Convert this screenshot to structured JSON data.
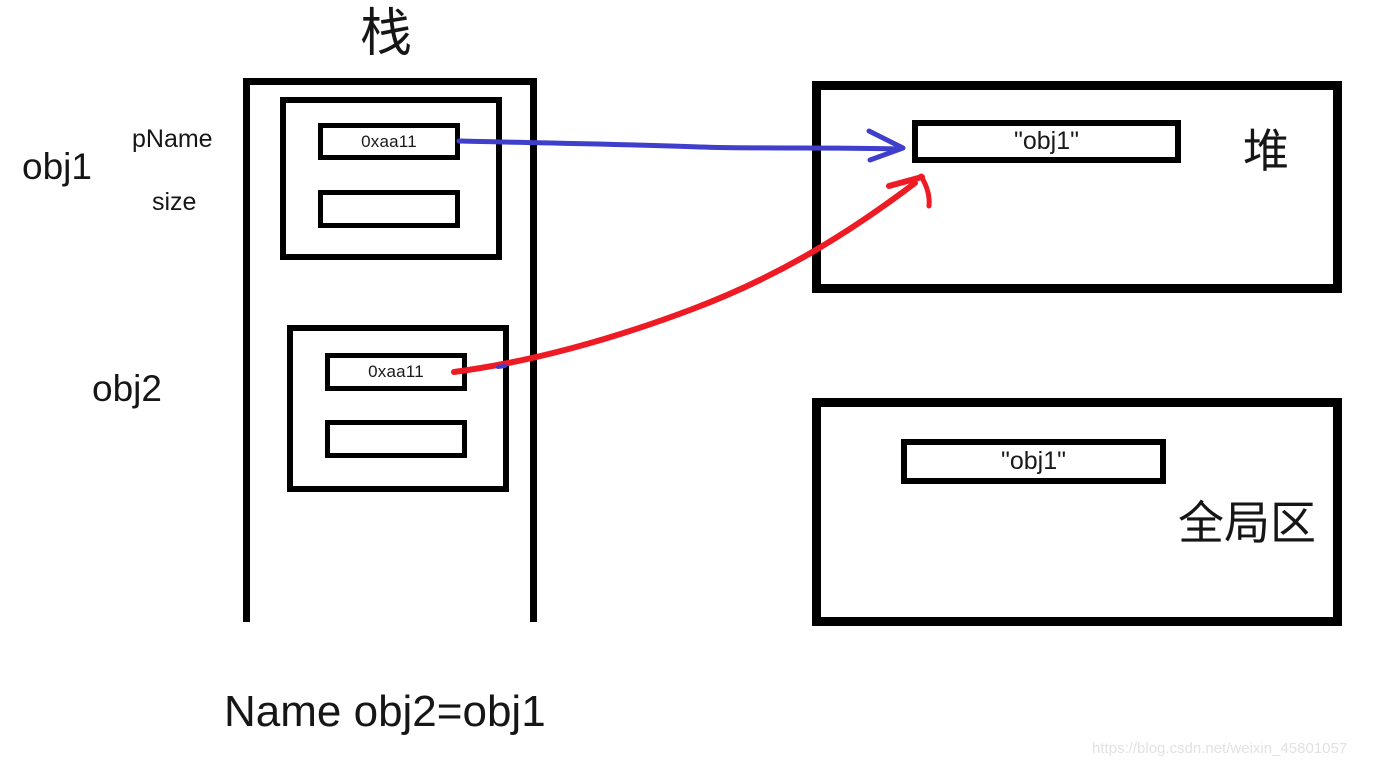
{
  "diagram": {
    "title_stack": "栈",
    "title_heap": "堆",
    "title_global": "全局区",
    "caption": "Name obj2=obj1",
    "watermark": "https://blog.csdn.net/weixin_45801057",
    "colors": {
      "outline": "#000000",
      "blue_arrow": "#3f3fcc",
      "red_arrow": "#ee1b24",
      "background": "#ffffff",
      "text": "#161616",
      "watermark": "#e2e2e2"
    }
  },
  "stack": {
    "label": "栈",
    "objects": [
      {
        "name": "obj1",
        "fields": [
          {
            "label": "pName",
            "value": "0xaa11"
          },
          {
            "label": "size",
            "value": ""
          }
        ]
      },
      {
        "name": "obj2",
        "fields": [
          {
            "label": "",
            "value": "0xaa11"
          },
          {
            "label": "",
            "value": ""
          }
        ]
      }
    ]
  },
  "heap": {
    "label": "堆",
    "cells": [
      {
        "value": "\"obj1\""
      }
    ]
  },
  "global_area": {
    "label": "全局区",
    "cells": [
      {
        "value": "\"obj1\""
      }
    ]
  },
  "arrows": [
    {
      "name": "obj1-pname-to-heap-string",
      "color": "#3f3fcc",
      "from": "obj1.pName",
      "to": "heap.cell0"
    },
    {
      "name": "obj2-pname-to-heap-string",
      "color": "#ee1b24",
      "from": "obj2.pName",
      "to": "heap.cell0"
    }
  ]
}
